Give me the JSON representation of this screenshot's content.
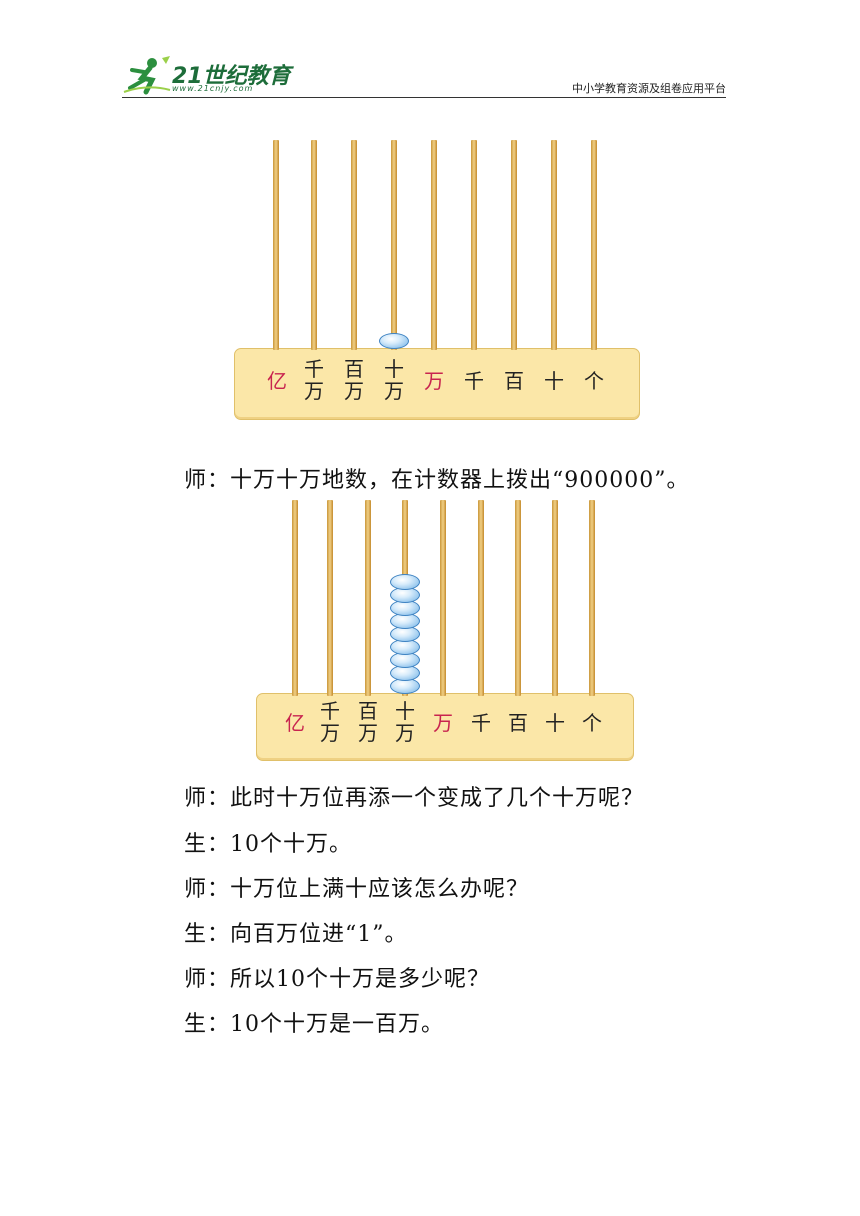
{
  "header": {
    "brand": "21世纪教育",
    "url": "www.21cnjy.com",
    "right_text": "中小学教育资源及组卷应用平台"
  },
  "abacus_labels": {
    "yi": "亿",
    "qian_wan": [
      "千",
      "万"
    ],
    "bai_wan": [
      "百",
      "万"
    ],
    "shi_wan": [
      "十",
      "万"
    ],
    "wan": "万",
    "qian": "千",
    "bai": "百",
    "shi": "十",
    "ge": "个"
  },
  "abacus1": {
    "shi_wan_beads": 1
  },
  "abacus2": {
    "shi_wan_beads": 9
  },
  "lines": {
    "l1": "师：十万十万地数，在计数器上拨出“900000”。",
    "l2": "师：此时十万位再添一个变成了几个十万呢？",
    "l3": "生：10个十万。",
    "l4": "师：十万位上满十应该怎么办呢？",
    "l5": "生：向百万位进“1”。",
    "l6": "师：所以10个十万是多少呢？",
    "l7": "生：10个十万是一百万。"
  },
  "colors": {
    "rod": "#e3b55f",
    "bead": "#8fc3ec",
    "base": "#fbe7a8",
    "red_label": "#c8244f"
  }
}
